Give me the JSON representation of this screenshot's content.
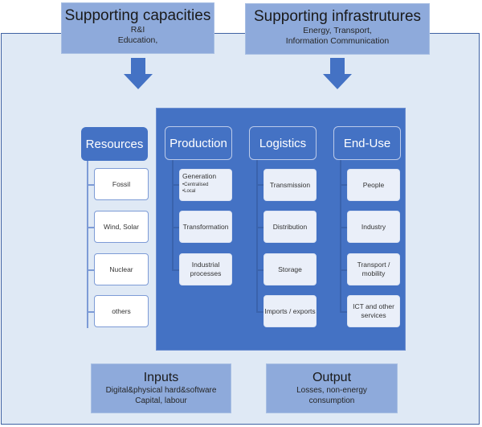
{
  "top": {
    "capacities": {
      "title": "Supporting capacities",
      "lines": [
        "R&I",
        "Education,"
      ]
    },
    "infrastructures": {
      "title": "Supporting infrastrutures",
      "lines": [
        "Energy, Transport,",
        "Information Communication"
      ]
    }
  },
  "resources": {
    "title": "Resources",
    "items": [
      "Fossil",
      "Wind, Solar",
      "Nuclear",
      "others"
    ]
  },
  "columns": [
    {
      "title": "Production",
      "items": [
        {
          "label": "Generation",
          "bullets": [
            "Centralised",
            "Local"
          ]
        },
        {
          "label": "Transformation"
        },
        {
          "label": "Industrial processes"
        }
      ]
    },
    {
      "title": "Logistics",
      "items": [
        {
          "label": "Transmission"
        },
        {
          "label": "Distribution"
        },
        {
          "label": "Storage"
        },
        {
          "label": "Imports / exports"
        }
      ]
    },
    {
      "title": "End-Use",
      "items": [
        {
          "label": "People"
        },
        {
          "label": "Industry"
        },
        {
          "label": "Transport / mobility"
        },
        {
          "label": "ICT and other services"
        }
      ]
    }
  ],
  "bottom": {
    "inputs": {
      "title": "Inputs",
      "lines": [
        "Digital&physical hard&software",
        "Capital, labour"
      ]
    },
    "output": {
      "title": "Output",
      "lines": [
        "Losses, non-energy",
        "consumption"
      ]
    }
  },
  "colors": {
    "frame_bg": "#dfe9f5",
    "core_bg": "#4472c4",
    "box_bg": "#8eaadb",
    "arrow": "#4472c4"
  }
}
